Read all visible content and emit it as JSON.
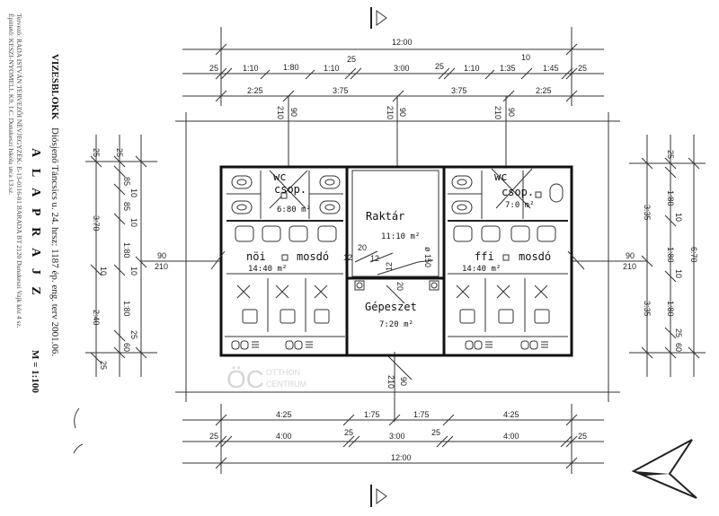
{
  "title_block": {
    "project": "VIZESBLOKK",
    "address": "Diósjenő Táncsics u. 24. hrsz: 1187 ép. eng. terv 2001.06.",
    "drawing": "A L A P R A J Z",
    "scale": "M = 1:100",
    "client": "Építtető: KESZI-NYOMELL Kft. I.C. Dunakeszi Iskola utca 13.sz.",
    "designer": "Tervező: RADA ISTVÁN  TERVEZŐI NÉVJEGYZÉK: E-13-0116-01  BARADA BT 2120 Dunakeszi Vajk köz 4 sz."
  },
  "watermark": {
    "logo": "ÖC",
    "line1": "OTTHON",
    "line2": "CENTRUM"
  },
  "rooms": {
    "wc_left": {
      "name1": "wc",
      "name2": "csop.",
      "area": "6:80 m²"
    },
    "wc_right": {
      "name1": "wc",
      "name2": "csop.",
      "area": "7:0 m²"
    },
    "storage": {
      "name": "Raktár",
      "area": "11:10 m²"
    },
    "women": {
      "name1": "nöi",
      "name2": "mosdó",
      "area": "14:40 m²"
    },
    "men": {
      "name1": "ffi",
      "name2": "mosdó",
      "area": "14:40 m²"
    },
    "mechanical": {
      "name": "Gépeszet",
      "area": "7:20 m²"
    }
  },
  "annotations": {
    "a1": "12",
    "a2": "20",
    "a3": "12",
    "a4": "12",
    "a5": "20",
    "pipe": "ø 150"
  },
  "dims_top": {
    "overall": "12:00",
    "row2": [
      "25",
      "1:10",
      "1:80",
      "1:10",
      "25",
      "3:00",
      "25",
      "1:10",
      "1:35",
      "10",
      "1:45",
      "25"
    ],
    "row3": [
      "2:25",
      "3:75",
      "3:75",
      "2:25"
    ],
    "door_w": "90",
    "door_h": "210"
  },
  "dims_bottom": {
    "row1": [
      "4:25",
      "1:75",
      "1:75",
      "4:25"
    ],
    "row2": [
      "25",
      "4:00",
      "25",
      "3:00",
      "25",
      "4:00",
      "25"
    ],
    "overall": "12:00",
    "door_w": "90",
    "door_h": "210"
  },
  "dims_left": {
    "outer": [
      "25",
      "3:70",
      "10",
      "2:40",
      "25"
    ],
    "inner": [
      "25",
      "85",
      "10",
      "85",
      "10",
      "1:80",
      "10",
      "1:80",
      "25",
      "60"
    ],
    "door_w": "90",
    "door_h": "210"
  },
  "dims_right": {
    "inner": [
      "25",
      "1:80",
      "10",
      "1:80",
      "10",
      "1:80",
      "25",
      "60"
    ],
    "mid": [
      "3:35",
      "3:35"
    ],
    "overall": "6:70",
    "door_w": "90",
    "door_h": "210"
  }
}
